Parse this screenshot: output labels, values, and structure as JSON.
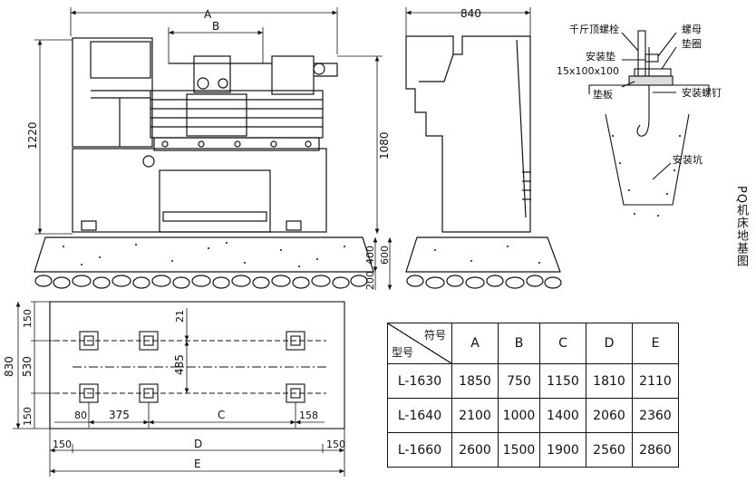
{
  "side_title": "PQ机床地基图",
  "dimensions": {
    "A": "A",
    "B": "B",
    "C": "C",
    "D": "D",
    "E": "E",
    "width_840": "840",
    "h1220": "1220",
    "h1080": "1080",
    "h400": "400",
    "h600": "600",
    "h200": "200",
    "plan_830": "830",
    "plan_530": "530",
    "plan_150_top": "150",
    "plan_150_bot": "150",
    "plan_21": "21",
    "plan_485": "485",
    "plan_80": "80",
    "plan_375": "375",
    "plan_158": "158",
    "plan_150_left": "150",
    "plan_150_right": "150"
  },
  "detail_labels": {
    "jack_bolt": "千斤顶螺栓",
    "nut": "螺母",
    "washer": "垫圈",
    "install_pad": "安装垫",
    "pad_size": "15x100x100",
    "shim": "垫板",
    "anchor_bolt": "安装螺钉",
    "pit": "安装坑"
  },
  "table": {
    "header_top": "符号",
    "header_bottom": "型号",
    "columns": [
      "A",
      "B",
      "C",
      "D",
      "E"
    ],
    "rows": [
      {
        "model": "L-1630",
        "values": [
          "1850",
          "750",
          "1150",
          "1810",
          "2110"
        ]
      },
      {
        "model": "L-1640",
        "values": [
          "2100",
          "1000",
          "1400",
          "2060",
          "2360"
        ]
      },
      {
        "model": "L-1660",
        "values": [
          "2600",
          "1500",
          "1900",
          "2560",
          "2860"
        ]
      }
    ]
  }
}
